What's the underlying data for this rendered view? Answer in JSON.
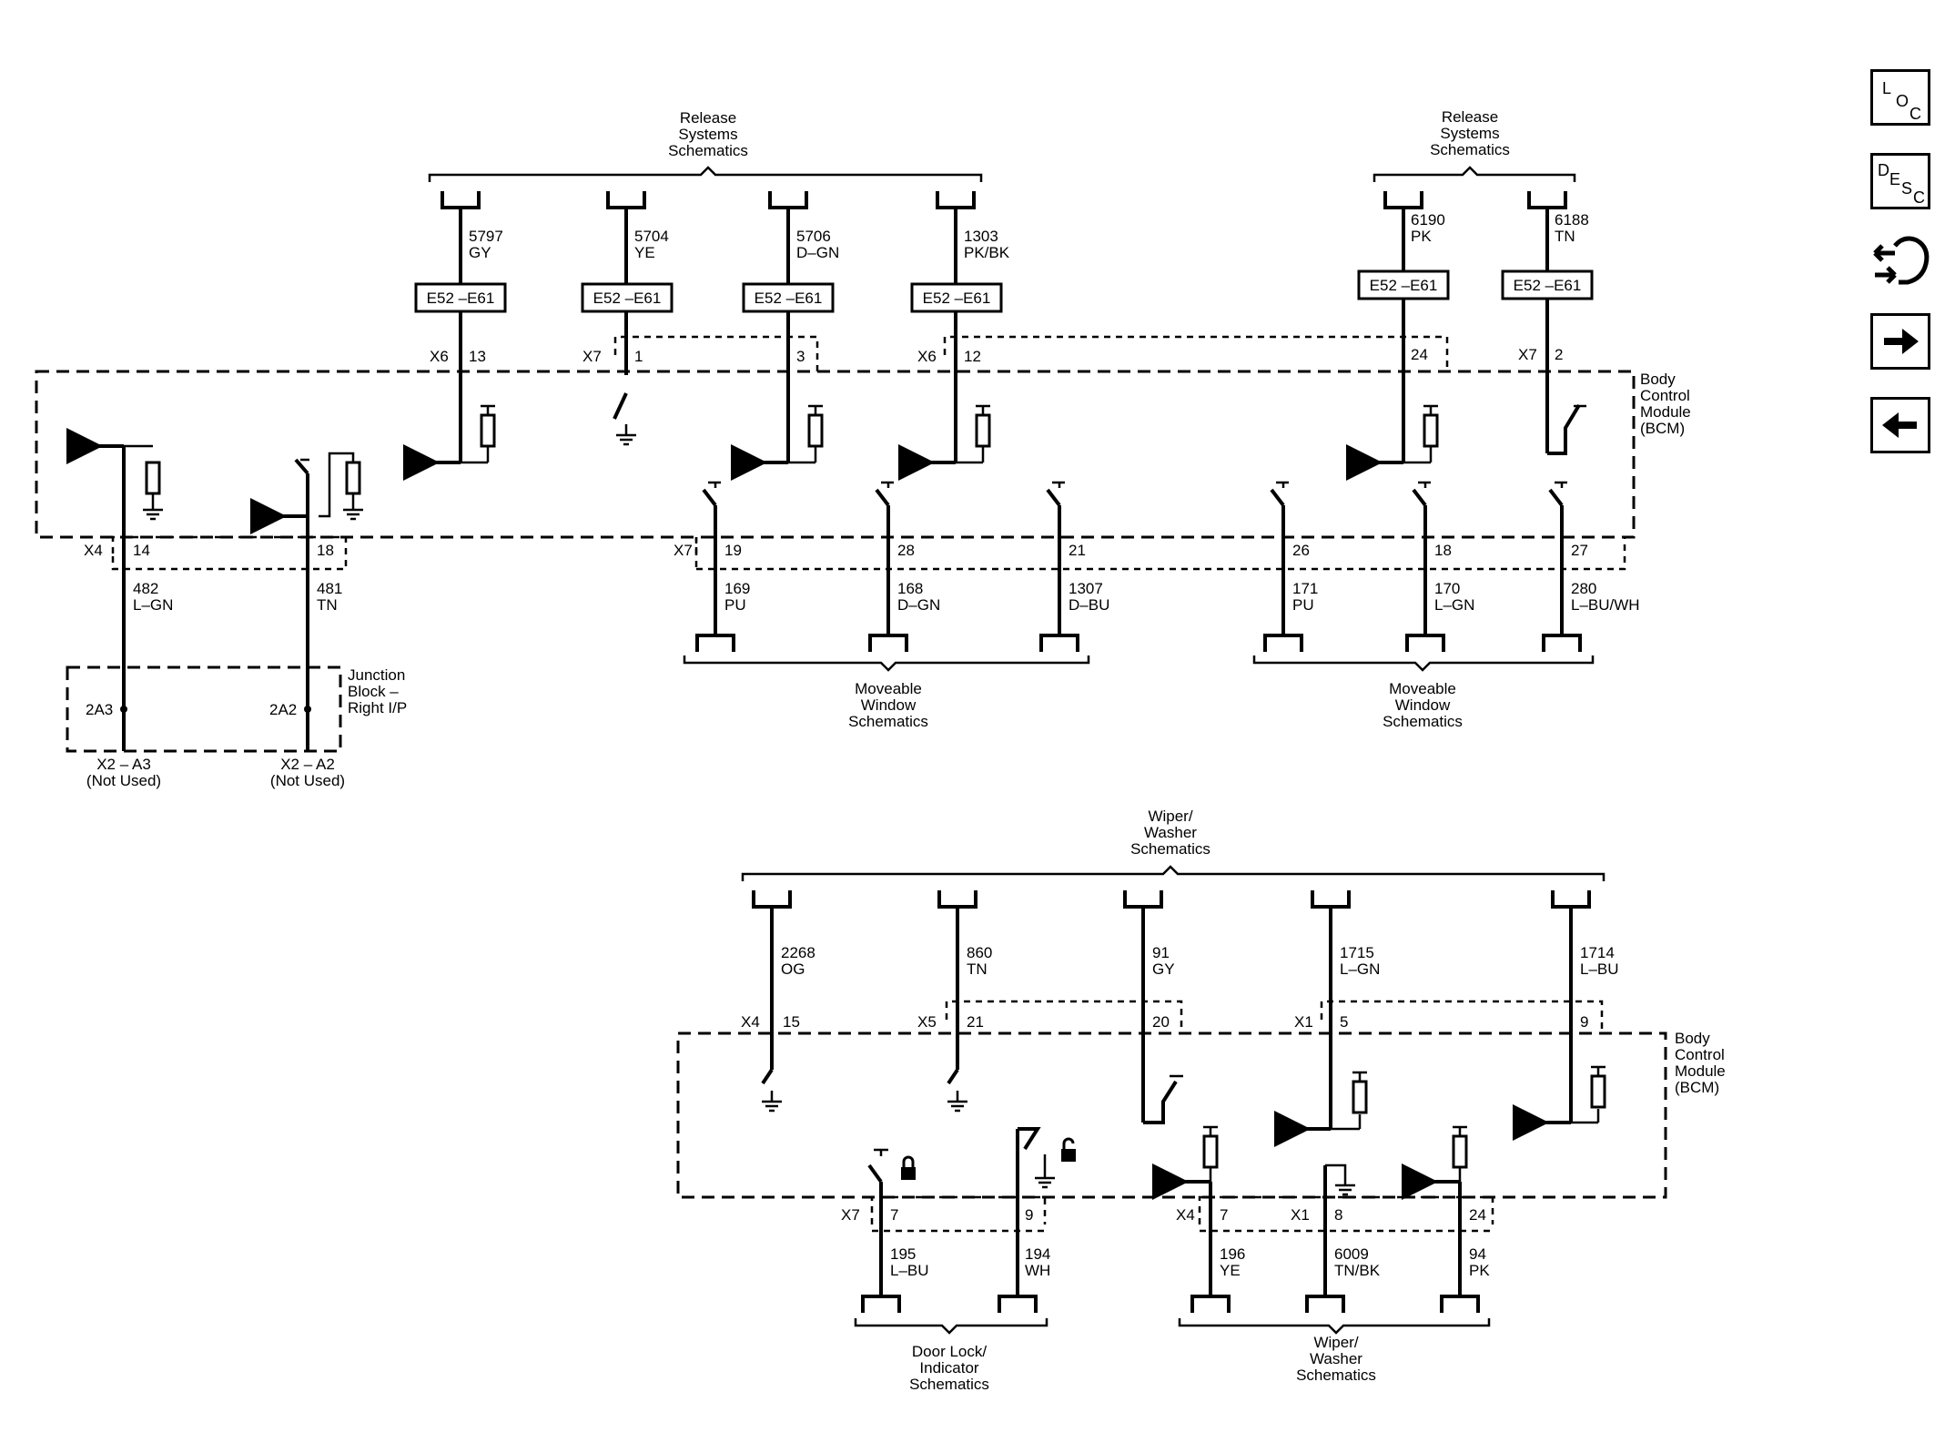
{
  "nav": {
    "loc": [
      "L",
      "O",
      "C"
    ],
    "desc": [
      "D",
      "E",
      "S",
      "C"
    ]
  },
  "top_left": {
    "dest_label": [
      "Release",
      "Systems",
      "Schematics"
    ],
    "wires": [
      {
        "circuit": "5797",
        "color": "GY",
        "connector": "E52 –E61",
        "header": "X6",
        "pin": "13"
      },
      {
        "circuit": "5704",
        "color": "YE",
        "connector": "E52 –E61",
        "header": "X7",
        "pin": "1"
      },
      {
        "circuit": "5706",
        "color": "D–GN",
        "connector": "E52 –E61",
        "header": "",
        "pin": "3"
      },
      {
        "circuit": "1303",
        "color": "PK/BK",
        "connector": "E52 –E61",
        "header": "X6",
        "pin": "12"
      }
    ]
  },
  "top_right": {
    "dest_label": [
      "Release",
      "Systems",
      "Schematics"
    ],
    "wires": [
      {
        "circuit": "6190",
        "color": "PK",
        "connector": "E52 –E61",
        "header": "",
        "pin": "24"
      },
      {
        "circuit": "6188",
        "color": "TN",
        "connector": "E52 –E61",
        "header": "X7",
        "pin": "2"
      }
    ]
  },
  "bcm_label": [
    "Body",
    "Control",
    "Module",
    "(BCM)"
  ],
  "left_outputs": {
    "header": "X4",
    "wires": [
      {
        "pin": "14",
        "circuit": "482",
        "color": "L–GN",
        "jb_pin": "2A3",
        "bottom": "X2 – A3",
        "note": "(Not Used)"
      },
      {
        "pin": "18",
        "circuit": "481",
        "color": "TN",
        "jb_pin": "2A2",
        "bottom": "X2 – A2",
        "note": "(Not Used)"
      }
    ],
    "junction_label": [
      "Junction",
      "Block –",
      "Right I/P"
    ]
  },
  "window_left": {
    "header": "X7",
    "wires": [
      {
        "pin": "19",
        "circuit": "169",
        "color": "PU"
      },
      {
        "pin": "28",
        "circuit": "168",
        "color": "D–GN"
      },
      {
        "pin": "21",
        "circuit": "1307",
        "color": "D–BU"
      }
    ],
    "dest_label": [
      "Moveable",
      "Window",
      "Schematics"
    ]
  },
  "window_right": {
    "wires": [
      {
        "pin": "26",
        "circuit": "171",
        "color": "PU"
      },
      {
        "pin": "18",
        "circuit": "170",
        "color": "L–GN"
      },
      {
        "pin": "27",
        "circuit": "280",
        "color": "L–BU/WH"
      }
    ],
    "dest_label": [
      "Moveable",
      "Window",
      "Schematics"
    ]
  },
  "wiper_top": {
    "dest_label": [
      "Wiper/",
      "Washer",
      "Schematics"
    ],
    "wires": [
      {
        "circuit": "2268",
        "color": "OG",
        "header": "X4",
        "pin": "15"
      },
      {
        "circuit": "860",
        "color": "TN",
        "header": "X5",
        "pin": "21"
      },
      {
        "circuit": "91",
        "color": "GY",
        "header": "",
        "pin": "20"
      },
      {
        "circuit": "1715",
        "color": "L–GN",
        "header": "X1",
        "pin": "5"
      },
      {
        "circuit": "1714",
        "color": "L–BU",
        "header": "",
        "pin": "9"
      }
    ]
  },
  "bottom_doorlock": {
    "header": "X7",
    "wires": [
      {
        "pin": "7",
        "circuit": "195",
        "color": "L–BU"
      },
      {
        "pin": "9",
        "circuit": "194",
        "color": "WH"
      }
    ],
    "dest_label": [
      "Door Lock/",
      "Indicator",
      "Schematics"
    ]
  },
  "bottom_wiper": {
    "wires": [
      {
        "header": "X4",
        "pin": "7",
        "circuit": "196",
        "color": "YE"
      },
      {
        "header": "X1",
        "pin": "8",
        "circuit": "6009",
        "color": "TN/BK"
      },
      {
        "header": "",
        "pin": "24",
        "circuit": "94",
        "color": "PK"
      }
    ],
    "dest_label": [
      "Wiper/",
      "Washer",
      "Schematics"
    ]
  }
}
